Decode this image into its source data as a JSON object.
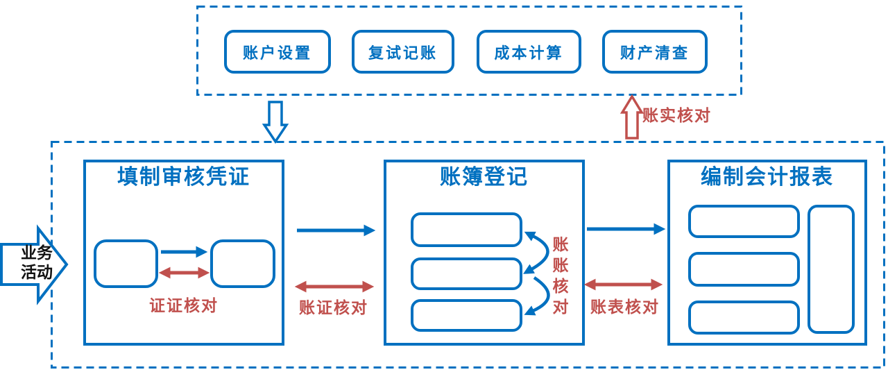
{
  "colors": {
    "primary_blue": "#0070C0",
    "accent_red": "#C0504D",
    "background": "#FFFFFF",
    "business_text": "#111111"
  },
  "top_panel": {
    "buttons": [
      "账户设置",
      "复试记账",
      "成本计算",
      "财产清查"
    ]
  },
  "business_activity": {
    "line1": "业务",
    "line2": "活动"
  },
  "boxes": {
    "vouchers": {
      "title": "填制审核凭证",
      "check_label": "证证核对"
    },
    "ledger": {
      "title": "账簿登记",
      "check_label": "账账核对"
    },
    "reports": {
      "title": "编制会计报表"
    }
  },
  "check_labels": {
    "account_reality": "账实核对",
    "account_voucher": "账证核对",
    "account_statement": "账表核对"
  }
}
